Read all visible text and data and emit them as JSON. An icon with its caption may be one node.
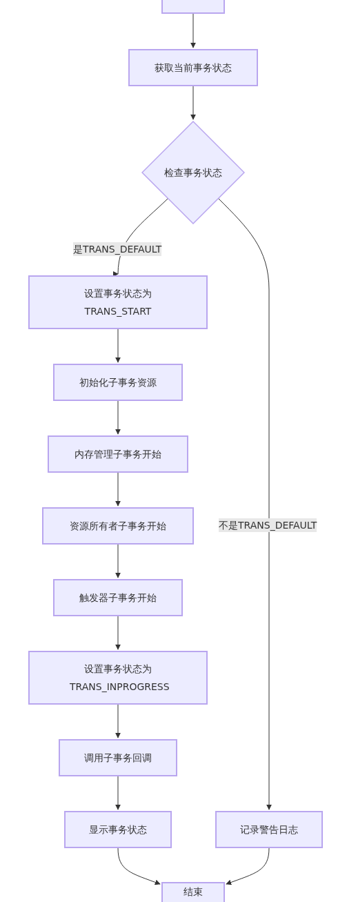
{
  "diagram": {
    "nodes": [
      {
        "text": [],
        "shape": "box"
      },
      {
        "text": [
          "获取当前事务状态"
        ]
      },
      {
        "text": [
          "检查事务状态"
        ]
      },
      {
        "text": [
          "设置事务状态为 TRANS_START"
        ]
      },
      {
        "text": [
          "初始化子事务资源"
        ]
      },
      {
        "text": [
          "内存管理子事务开始"
        ]
      },
      {
        "text": [
          "资源所有者子事务开始"
        ]
      },
      {
        "text": [
          "触发器子事务开始"
        ]
      },
      {
        "text": [
          "设置事务状态为 TRANS_INPROGRESS"
        ]
      },
      {
        "text": [
          "调用子事务回调"
        ]
      },
      {
        "text": [
          "显示事务状态"
        ]
      },
      {
        "text": [
          "记录警告日志"
        ]
      },
      {
        "text": [
          "结束"
        ]
      }
    ],
    "edges": [
      {
        "from": 0,
        "to": 1,
        "arrow": "to"
      },
      {
        "from": 1,
        "to": 2,
        "arrow": "to"
      },
      {
        "from": 2,
        "to": 3,
        "arrow": "to",
        "label": "是TRANS_DEFAULT"
      },
      {
        "from": 2,
        "to": 11,
        "arrow": "to",
        "label": "不是TRANS_DEFAULT"
      },
      {
        "from": 3,
        "to": 4,
        "arrow": "to"
      },
      {
        "from": 4,
        "to": 5,
        "arrow": "to"
      },
      {
        "from": 5,
        "to": 6,
        "arrow": "to"
      },
      {
        "from": 6,
        "to": 7,
        "arrow": "to"
      },
      {
        "from": 7,
        "to": 8,
        "arrow": "to"
      },
      {
        "from": 8,
        "to": 9,
        "arrow": "to"
      },
      {
        "from": 9,
        "to": 10,
        "arrow": "to"
      },
      {
        "from": 10,
        "to": 12,
        "arrow": "to"
      },
      {
        "from": 11,
        "to": 12,
        "arrow": "to"
      }
    ]
  }
}
